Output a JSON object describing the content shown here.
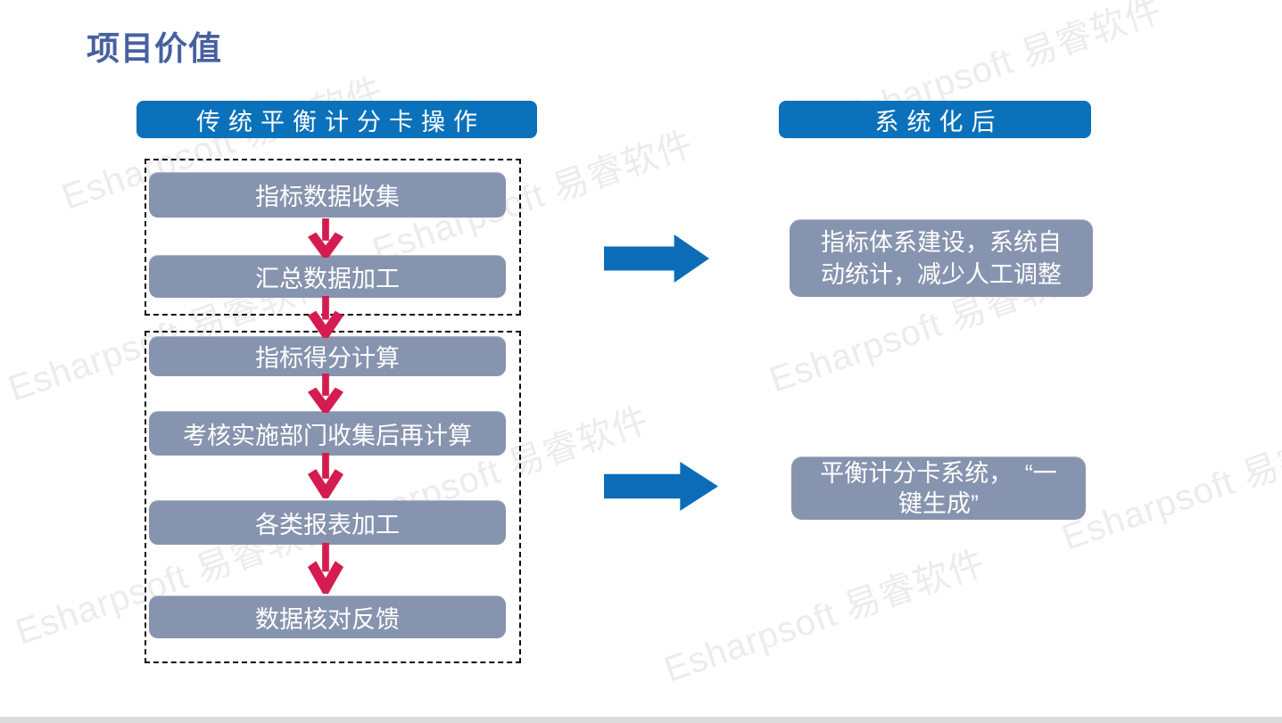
{
  "slide": {
    "title": "项目价值"
  },
  "left_flow": {
    "header": "传统平衡计分卡操作",
    "group1_boxes": [
      "指标数据收集",
      "汇总数据加工"
    ],
    "group2_boxes": [
      "指标得分计算",
      "考核实施部门收集后再计算",
      "各类报表加工",
      "数据核对反馈"
    ]
  },
  "right_flow": {
    "header": "系统化后",
    "result1": "指标体系建设，系统自动统计，减少人工调整",
    "result2": "平衡计分卡系统，　“一键生成”"
  },
  "watermark": {
    "text": "Esharpsoft 易睿软件"
  },
  "colors": {
    "title_blue": "#47619E",
    "header_blue": "#0B71BA",
    "box_gray": "#8794AF",
    "arrow_red": "#D41C50",
    "arrow_blue": "#0D6CB8",
    "watermark_gray": "#ECECEC",
    "dashed_border": "#0A0A0A"
  }
}
